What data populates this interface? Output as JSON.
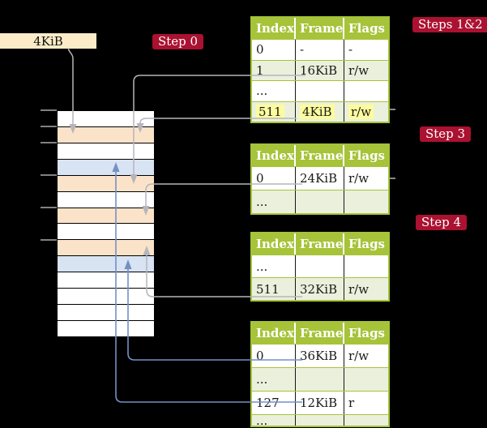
{
  "frame_box": {
    "label": "4KiB"
  },
  "badges": {
    "step0": "Step 0",
    "steps12": "Steps 1&2",
    "step3": "Step 3",
    "step4": "Step 4"
  },
  "memory": {
    "rows": [
      "white",
      "orange",
      "white",
      "blue",
      "orange",
      "white",
      "orange",
      "white",
      "orange",
      "blue",
      "white",
      "white",
      "white",
      "white"
    ]
  },
  "tables": [
    {
      "name": "page-table-steps-1-2",
      "header": [
        "Index",
        "Frame",
        "Flags"
      ],
      "rows": [
        [
          "0",
          "-",
          "-"
        ],
        [
          "1",
          "16KiB",
          "r/w"
        ],
        [
          "...",
          "",
          ""
        ],
        [
          "511",
          "4KiB",
          "r/w"
        ]
      ]
    },
    {
      "name": "page-table-step-3",
      "header": [
        "Index",
        "Frame",
        "Flags"
      ],
      "rows": [
        [
          "0",
          "24KiB",
          "r/w"
        ],
        [
          "...",
          "",
          ""
        ]
      ]
    },
    {
      "name": "page-table-step-4-upper",
      "header": [
        "Index",
        "Frame",
        "Flags"
      ],
      "rows": [
        [
          "...",
          "",
          ""
        ],
        [
          "511",
          "32KiB",
          "r/w"
        ]
      ]
    },
    {
      "name": "page-table-step-4-lower",
      "header": [
        "Index",
        "Frame",
        "Flags"
      ],
      "rows": [
        [
          "0",
          "36KiB",
          "r/w"
        ],
        [
          "...",
          "",
          ""
        ],
        [
          "127",
          "12KiB",
          "r"
        ],
        [
          "...",
          "",
          ""
        ]
      ]
    }
  ],
  "connectors": [
    {
      "from": "4KiB-label-box",
      "to": "memory-frame-4KiB",
      "color": "gray"
    },
    {
      "from": "pt1-entry-1-16KiB",
      "to": "memory-frame-16KiB",
      "color": "gray"
    },
    {
      "from": "pt1-entry-511-4KiB",
      "to": "memory-frame-4KiB",
      "color": "gray"
    },
    {
      "from": "pt2-entry-0-24KiB",
      "to": "memory-frame-24KiB",
      "color": "gray"
    },
    {
      "from": "pt3-entry-511-32KiB",
      "to": "memory-frame-32KiB",
      "color": "gray"
    },
    {
      "from": "pt4-entry-0-36KiB",
      "to": "memory-frame-36KiB",
      "color": "blue"
    },
    {
      "from": "pt4-entry-127-12KiB",
      "to": "memory-frame-12KiB",
      "color": "blue"
    }
  ],
  "colors": {
    "background": "#000000",
    "table_header_green": "#A6C339",
    "table_shade_green": "#EBF0DC",
    "badge_red": "#AB1130",
    "frame_box_cream": "#FBECC7",
    "highlight_yellow": "#FCFB9E",
    "memory_orange": "#FBE3C9",
    "memory_blue": "#D8E3F3",
    "arrow_gray": "#B5B5BC",
    "arrow_blue": "#7590C5"
  }
}
